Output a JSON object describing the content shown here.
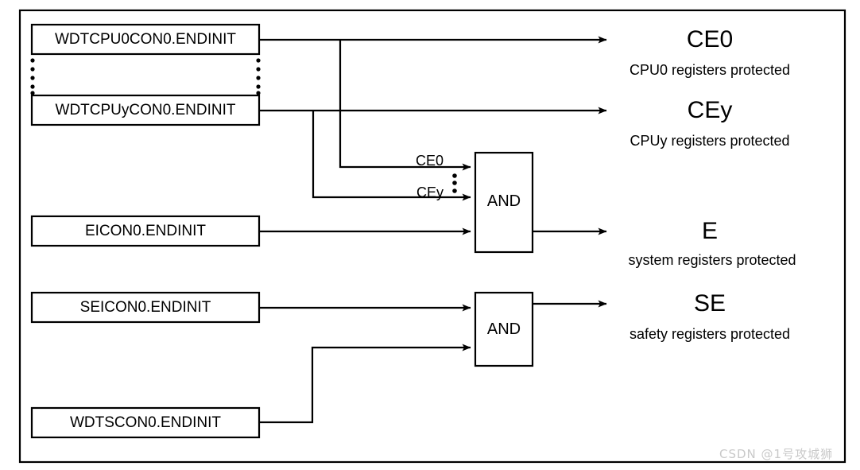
{
  "figure": {
    "kind": "block-diagram",
    "title_visible": false,
    "watermark": "CSDN @1号攻城狮",
    "frame": {
      "stroke": "#000000",
      "fill": "#ffffff",
      "line_width": 2
    }
  },
  "inputs": [
    {
      "id": "wdtcpu0",
      "label": "WDTCPU0CON0.ENDINIT"
    },
    {
      "id": "wdtcpuy",
      "label": "WDTCPUyCON0.ENDINIT"
    },
    {
      "id": "eicon0",
      "label": "EICON0.ENDINIT"
    },
    {
      "id": "seicon0",
      "label": "SEICON0.ENDINIT"
    },
    {
      "id": "wdtscon0",
      "label": "WDTSCON0.ENDINIT"
    }
  ],
  "vertical_ellipsis": {
    "between": [
      "wdtcpu0",
      "wdtcpuy"
    ],
    "dot_count": 5
  },
  "gates": [
    {
      "id": "and-system",
      "label": "AND",
      "inputs": [
        "CE0",
        "CEy",
        "EICON0.ENDINIT"
      ],
      "output": "E"
    },
    {
      "id": "and-safety",
      "label": "AND",
      "inputs": [
        "SEICON0.ENDINIT",
        "WDTSCON0.ENDINIT"
      ],
      "output": "SE"
    }
  ],
  "signal_labels": {
    "ce0": "CE0",
    "cey": "CEy",
    "ellipsis_dot_count": 3
  },
  "outputs": [
    {
      "id": "ce0",
      "name": "CE0",
      "description": "CPU0 registers protected"
    },
    {
      "id": "cey",
      "name": "CEy",
      "description": "CPUy registers protected"
    },
    {
      "id": "e",
      "name": "E",
      "description": "system registers protected"
    },
    {
      "id": "se",
      "name": "SE",
      "description": "safety registers protected"
    }
  ],
  "colors": {
    "stroke": "#000000",
    "background": "#ffffff",
    "watermark": "#c9c9c9"
  }
}
